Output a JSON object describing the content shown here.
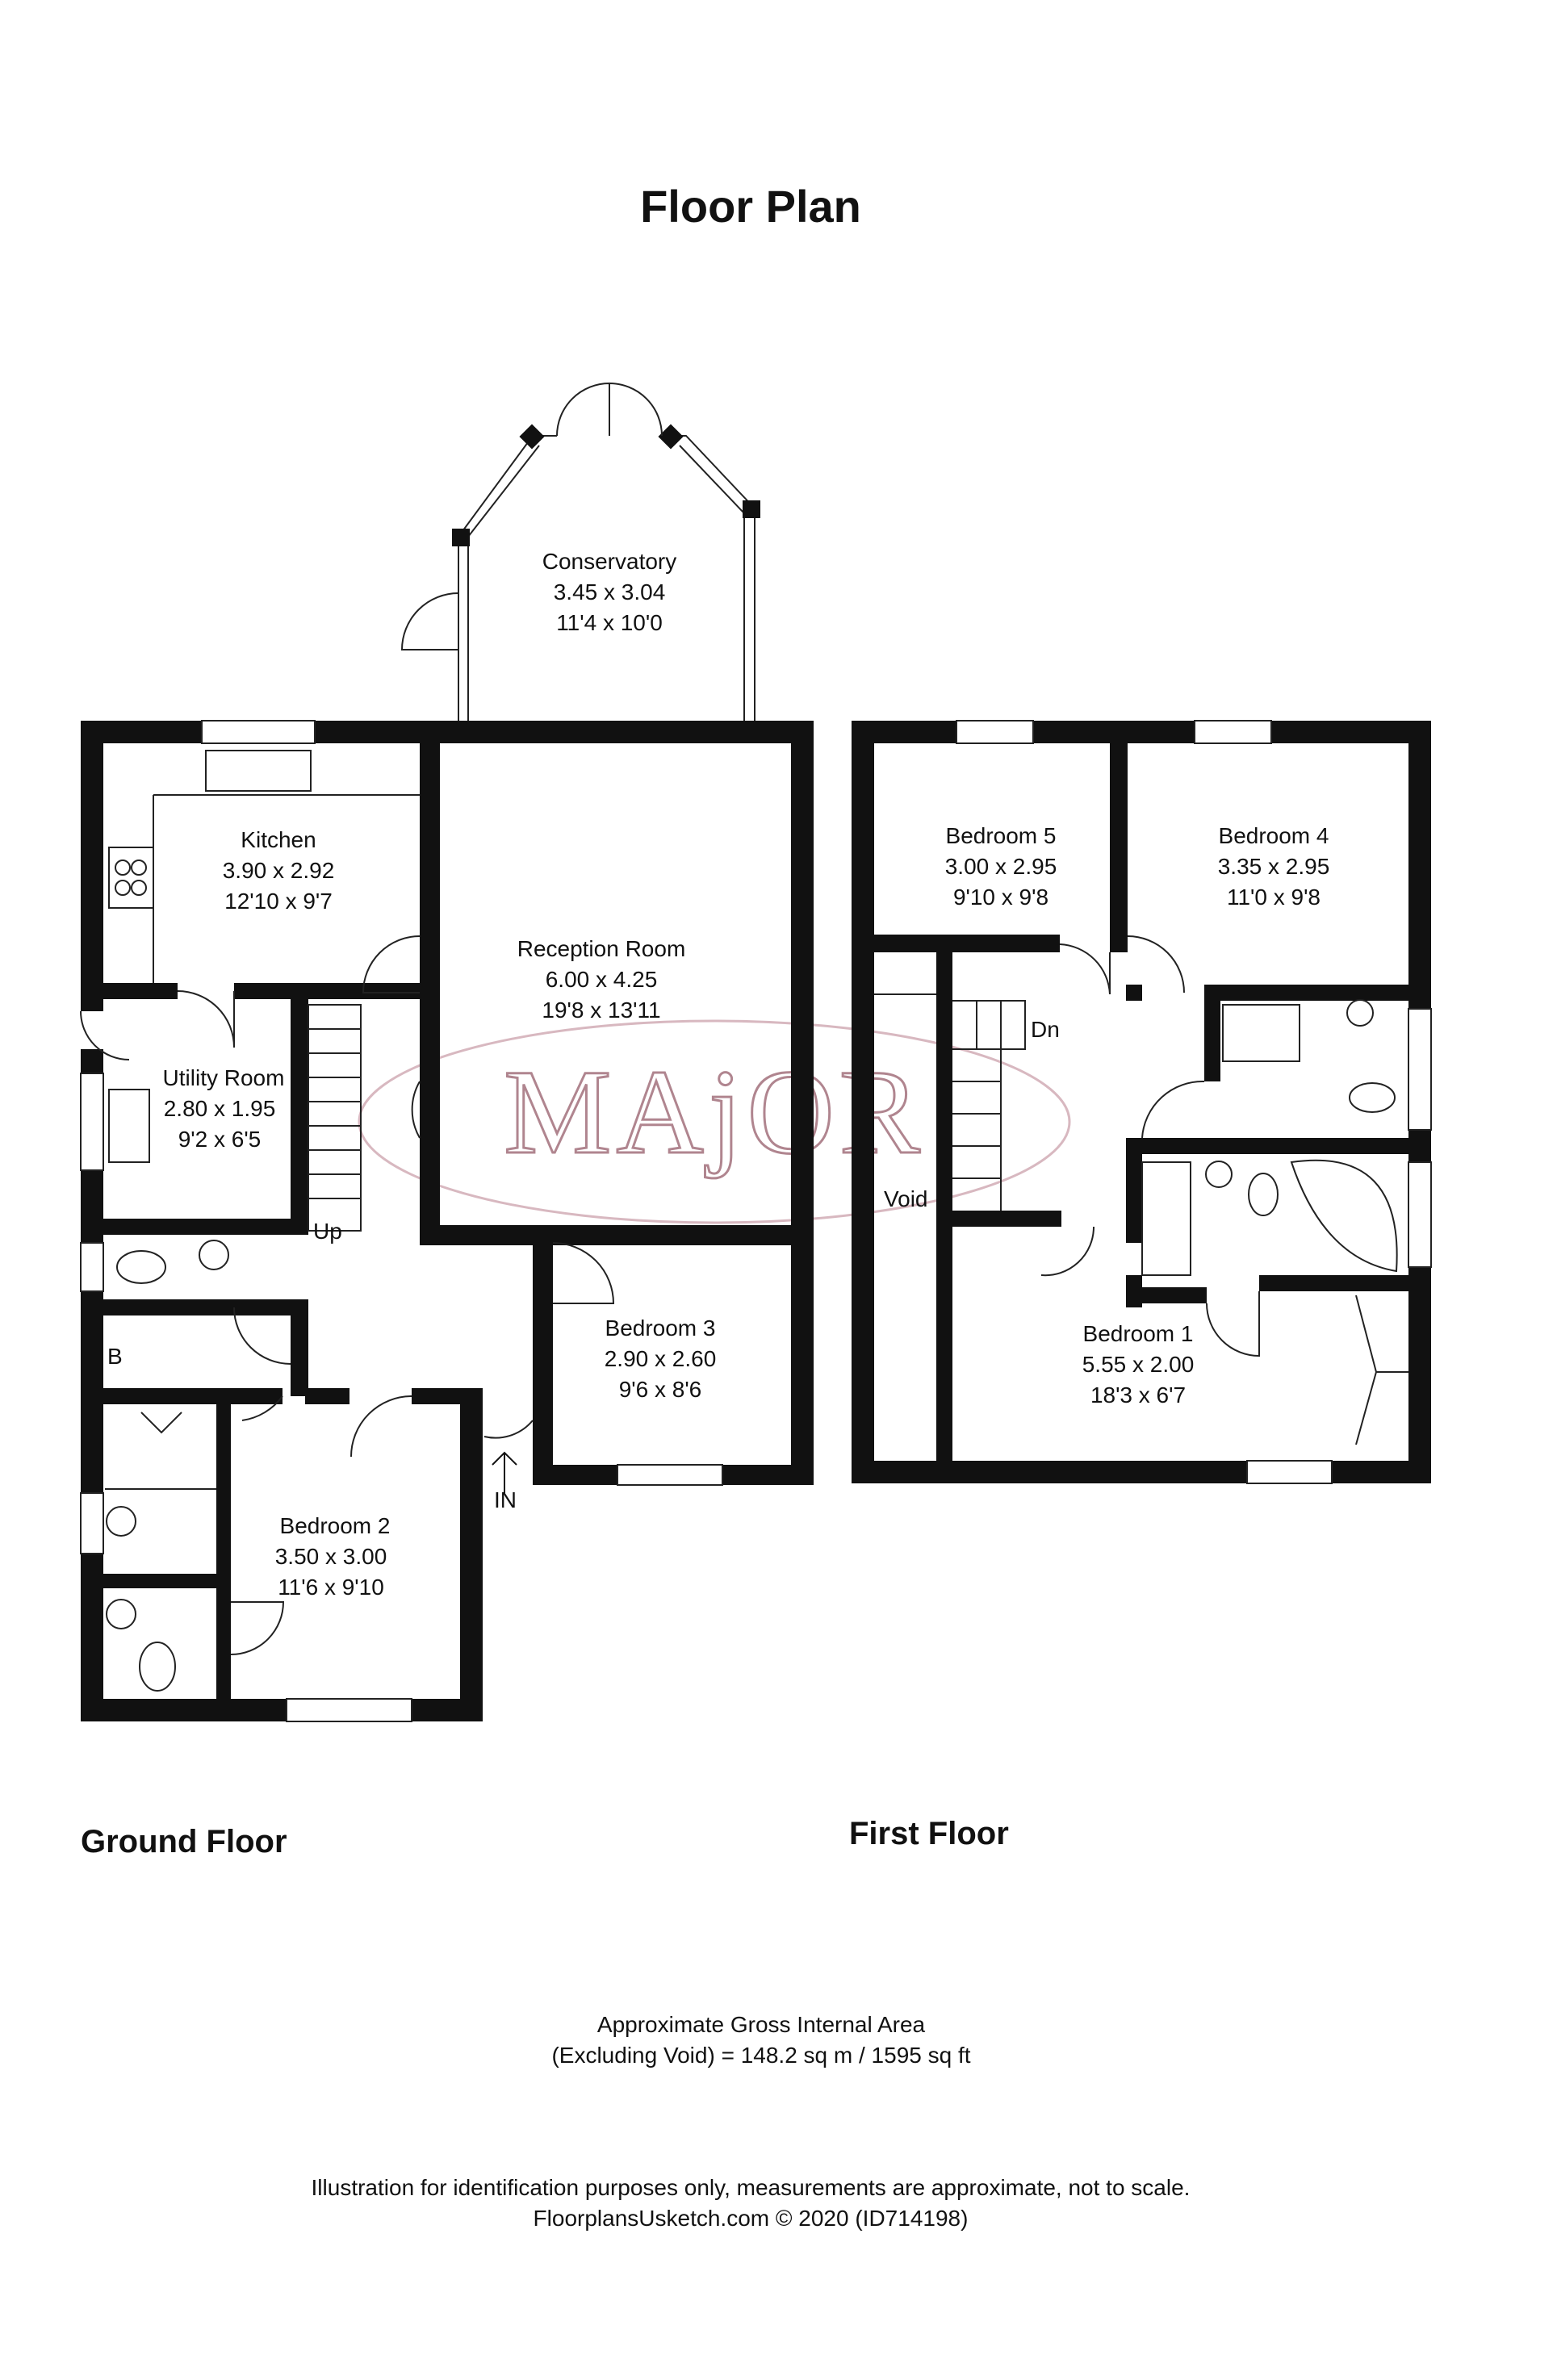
{
  "title": "Floor Plan",
  "watermark": "MAjOR",
  "ground_floor": {
    "label": "Ground Floor",
    "rooms": {
      "conservatory": {
        "name": "Conservatory",
        "metric": "3.45 x 3.04",
        "imperial": "11'4 x 10'0"
      },
      "kitchen": {
        "name": "Kitchen",
        "metric": "3.90 x 2.92",
        "imperial": "12'10 x 9'7"
      },
      "reception": {
        "name": "Reception Room",
        "metric": "6.00 x 4.25",
        "imperial": "19'8 x 13'11"
      },
      "utility": {
        "name": "Utility  Room",
        "metric": "2.80 x 1.95",
        "imperial": "9'2 x 6'5"
      },
      "bedroom3": {
        "name": "Bedroom 3",
        "metric": "2.90 x 2.60",
        "imperial": "9'6 x 8'6"
      },
      "bedroom2": {
        "name": "Bedroom 2",
        "metric": "3.50 x 3.00",
        "imperial": "11'6 x 9'10"
      }
    },
    "marks": {
      "up": "Up",
      "in": "IN",
      "boiler": "B"
    }
  },
  "first_floor": {
    "label": "First Floor",
    "rooms": {
      "bedroom5": {
        "name": "Bedroom 5",
        "metric": "3.00 x 2.95",
        "imperial": "9'10 x 9'8"
      },
      "bedroom4": {
        "name": "Bedroom 4",
        "metric": "3.35 x 2.95",
        "imperial": "11'0 x 9'8"
      },
      "bedroom1": {
        "name": "Bedroom 1",
        "metric": "5.55 x 2.00",
        "imperial": "18'3 x 6'7"
      }
    },
    "marks": {
      "down": "Dn",
      "void": "Void"
    }
  },
  "area": {
    "line1": "Approximate Gross Internal Area",
    "line2": "(Excluding Void) = 148.2 sq m / 1595 sq ft"
  },
  "disclaimer": {
    "line1": "Illustration for identification purposes only, measurements are approximate, not to scale.",
    "line2": "FloorplansUsketch.com © 2020 (ID714198)"
  },
  "colors": {
    "walls": "#111111",
    "watermark": "#b0858f"
  }
}
